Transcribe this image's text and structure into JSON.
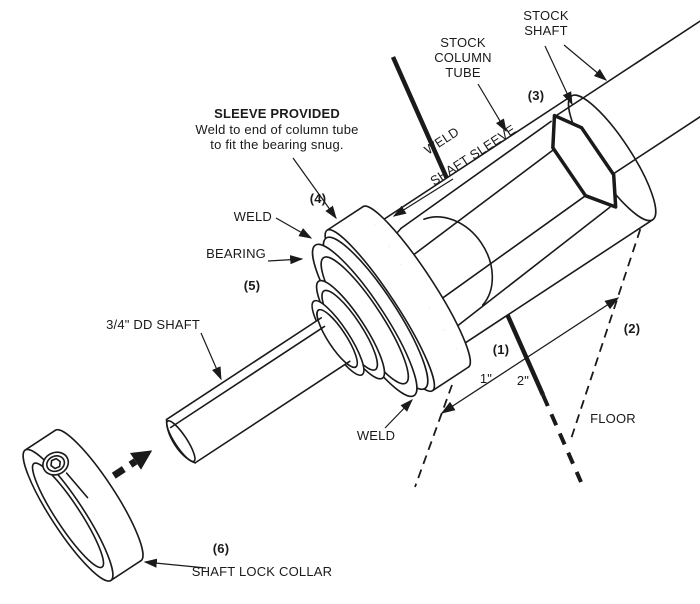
{
  "diagram": {
    "labels": {
      "stock_shaft": [
        "STOCK",
        "SHAFT"
      ],
      "stock_column_tube": [
        "STOCK",
        "COLUMN",
        "TUBE"
      ],
      "sleeve_note": [
        "SLEEVE PROVIDED",
        "Weld to end of column tube",
        "to fit the bearing snug."
      ],
      "weld_diagonal": "WELD",
      "shaft_sleeve": "SHAFT SLEEVE",
      "weld_left": "WELD",
      "bearing": "BEARING",
      "dd_shaft": "3/4\" DD SHAFT",
      "floor": "FLOOR",
      "weld_bottom": "WELD",
      "shaft_lock_collar": "SHAFT LOCK COLLAR"
    },
    "callouts": {
      "c1": "(1)",
      "c2": "(2)",
      "c3": "(3)",
      "c4": "(4)",
      "c5": "(5)",
      "c6": "(6)"
    },
    "dimensions": {
      "one_inch": "1\"",
      "two_inch": "2\""
    },
    "colors": {
      "line": "#1a1a1a",
      "background": "#ffffff"
    }
  }
}
